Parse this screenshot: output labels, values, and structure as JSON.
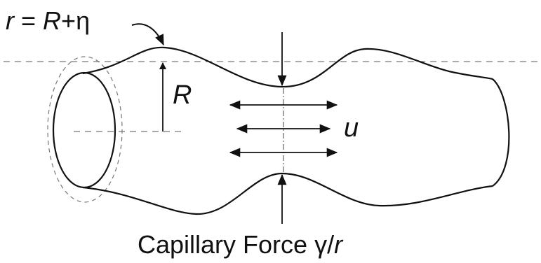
{
  "equation": {
    "r": "r",
    "eq": " = ",
    "R": "R",
    "plus": "+",
    "eta": "η"
  },
  "labels": {
    "radius": "R",
    "velocity": "u",
    "force_text": "Capillary Force ",
    "gamma": "γ",
    "slash": "/",
    "force_r": "r"
  },
  "colors": {
    "stroke": "#111111",
    "dashed": "#777777",
    "background": "#ffffff"
  }
}
